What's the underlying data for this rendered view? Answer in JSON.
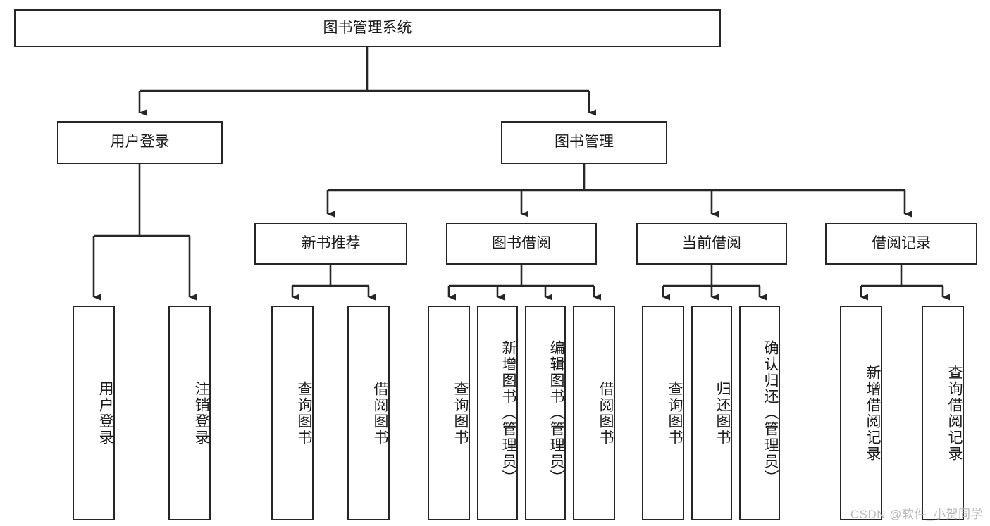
{
  "diagram": {
    "type": "tree",
    "title": "图书管理系统",
    "orientation": "top-down",
    "watermark": "CSDN @软件_小贺同学",
    "colors": {
      "border": "#262626",
      "background": "#ffffff",
      "text": "#1a1a1a",
      "watermark": "#b9b9b9"
    },
    "nodes": {
      "root": {
        "label": "图书管理系统"
      },
      "level2": [
        {
          "label": "用户登录"
        },
        {
          "label": "图书管理"
        }
      ],
      "level3": [
        {
          "label": "新书推荐"
        },
        {
          "label": "图书借阅"
        },
        {
          "label": "当前借阅"
        },
        {
          "label": "借阅记录"
        }
      ],
      "leaves_user_login": [
        {
          "label": "用户登录"
        },
        {
          "label": "注销登录"
        }
      ],
      "leaves_new_book": [
        {
          "label": "查询图书"
        },
        {
          "label": "借阅图书"
        }
      ],
      "leaves_borrow": [
        {
          "label": "查询图书"
        },
        {
          "label": "新增图书（管理员）"
        },
        {
          "label": "编辑图书（管理员）"
        },
        {
          "label": "借阅图书"
        }
      ],
      "leaves_current": [
        {
          "label": "查询图书"
        },
        {
          "label": "归还图书"
        },
        {
          "label": "确认归还（管理员）"
        }
      ],
      "leaves_record": [
        {
          "label": "新增借阅记录"
        },
        {
          "label": "查询借阅记录"
        }
      ]
    }
  }
}
